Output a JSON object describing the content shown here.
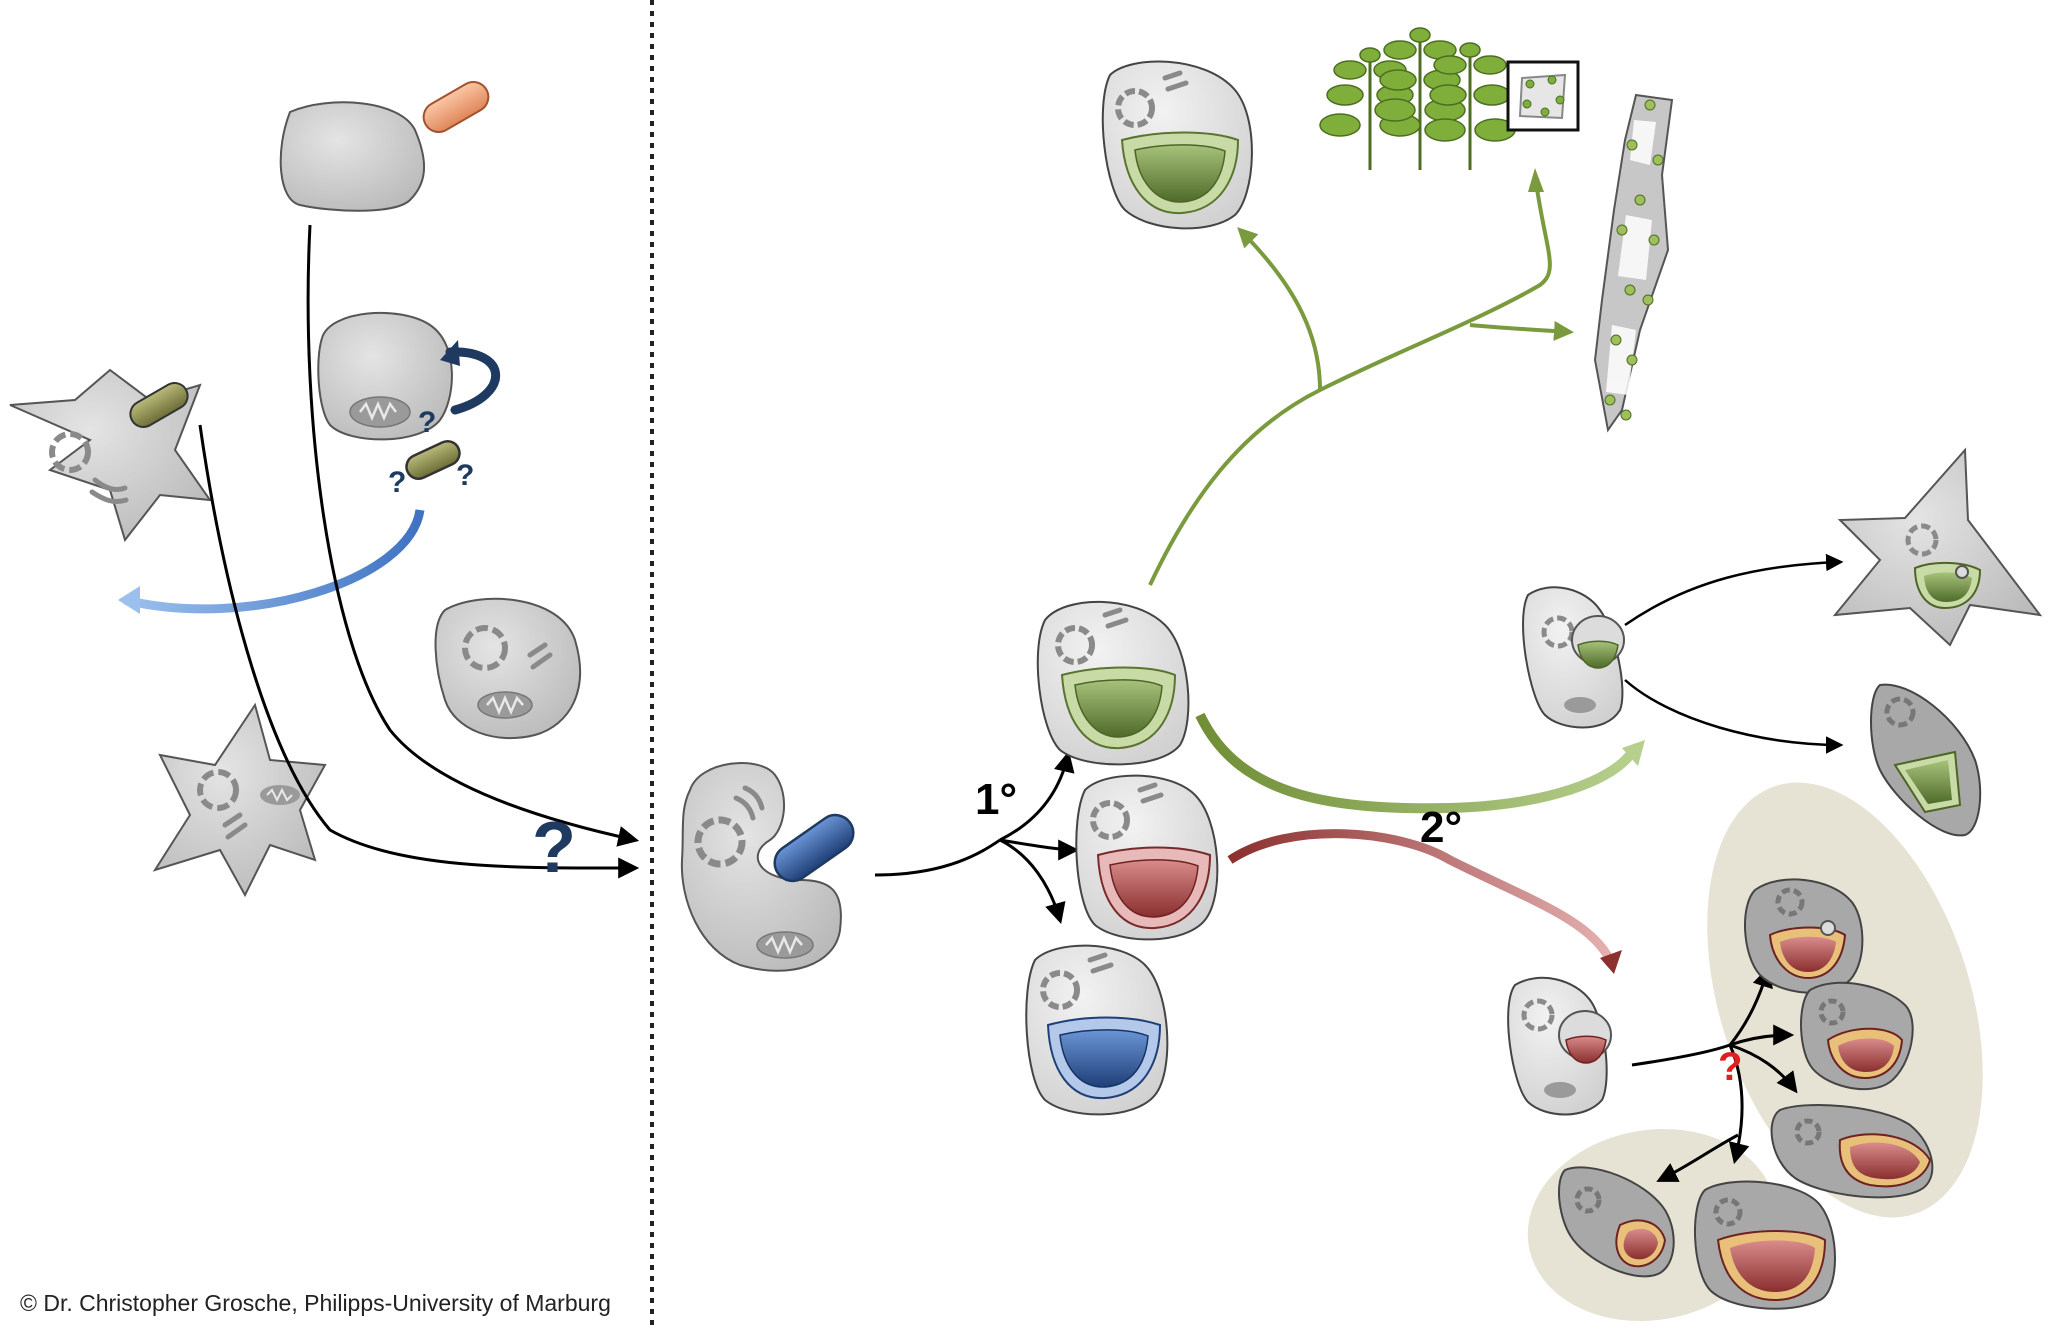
{
  "labels": {
    "primary": "1°",
    "secondary": "2°",
    "big_question": "?",
    "small_question": "?",
    "red_question": "?"
  },
  "credit": "© Dr. Christopher Grosche, Philipps-University of Marburg",
  "colors": {
    "cell_gray": "#c8c8c8",
    "cell_stroke": "#555555",
    "green_plastid": "#7d9c4f",
    "red_plastid": "#b04a4a",
    "blue_plastid": "#3f6fb5",
    "orange_bacterium": "#f1a071",
    "olive_bacterium": "#8a8b4e",
    "dark_navy": "#1f3a60",
    "light_blue_arrow": "#5b8fd4",
    "green_arrow": "#7a9a3e",
    "dark_red_arrow": "#8c2f2f",
    "halo": "#e7e3d4",
    "question_red": "#e02020"
  },
  "icons": {
    "nucleus": "dashed-ring-icon",
    "golgi": "golgi-stack-icon",
    "mitochondrion": "mitochondrion-icon",
    "plant": "plant-icon",
    "filament": "algal-filament-icon"
  }
}
